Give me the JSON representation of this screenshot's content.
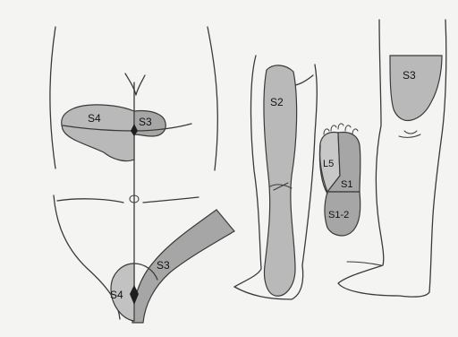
{
  "labels": {
    "perineum_s4": "S4",
    "perineum_s3": "S3",
    "thigh_s2": "S2",
    "lower_s3": "S3",
    "lower_s4": "S4",
    "sole_l5": "L5",
    "sole_s1": "S1",
    "sole_s12": "S1-2",
    "calf_s3": "S3"
  },
  "colors": {
    "paper": "#f4f4f2",
    "shade": "#b9b9b9",
    "shade_dark": "#a6a6a6",
    "ink": "#3a3a3a"
  }
}
